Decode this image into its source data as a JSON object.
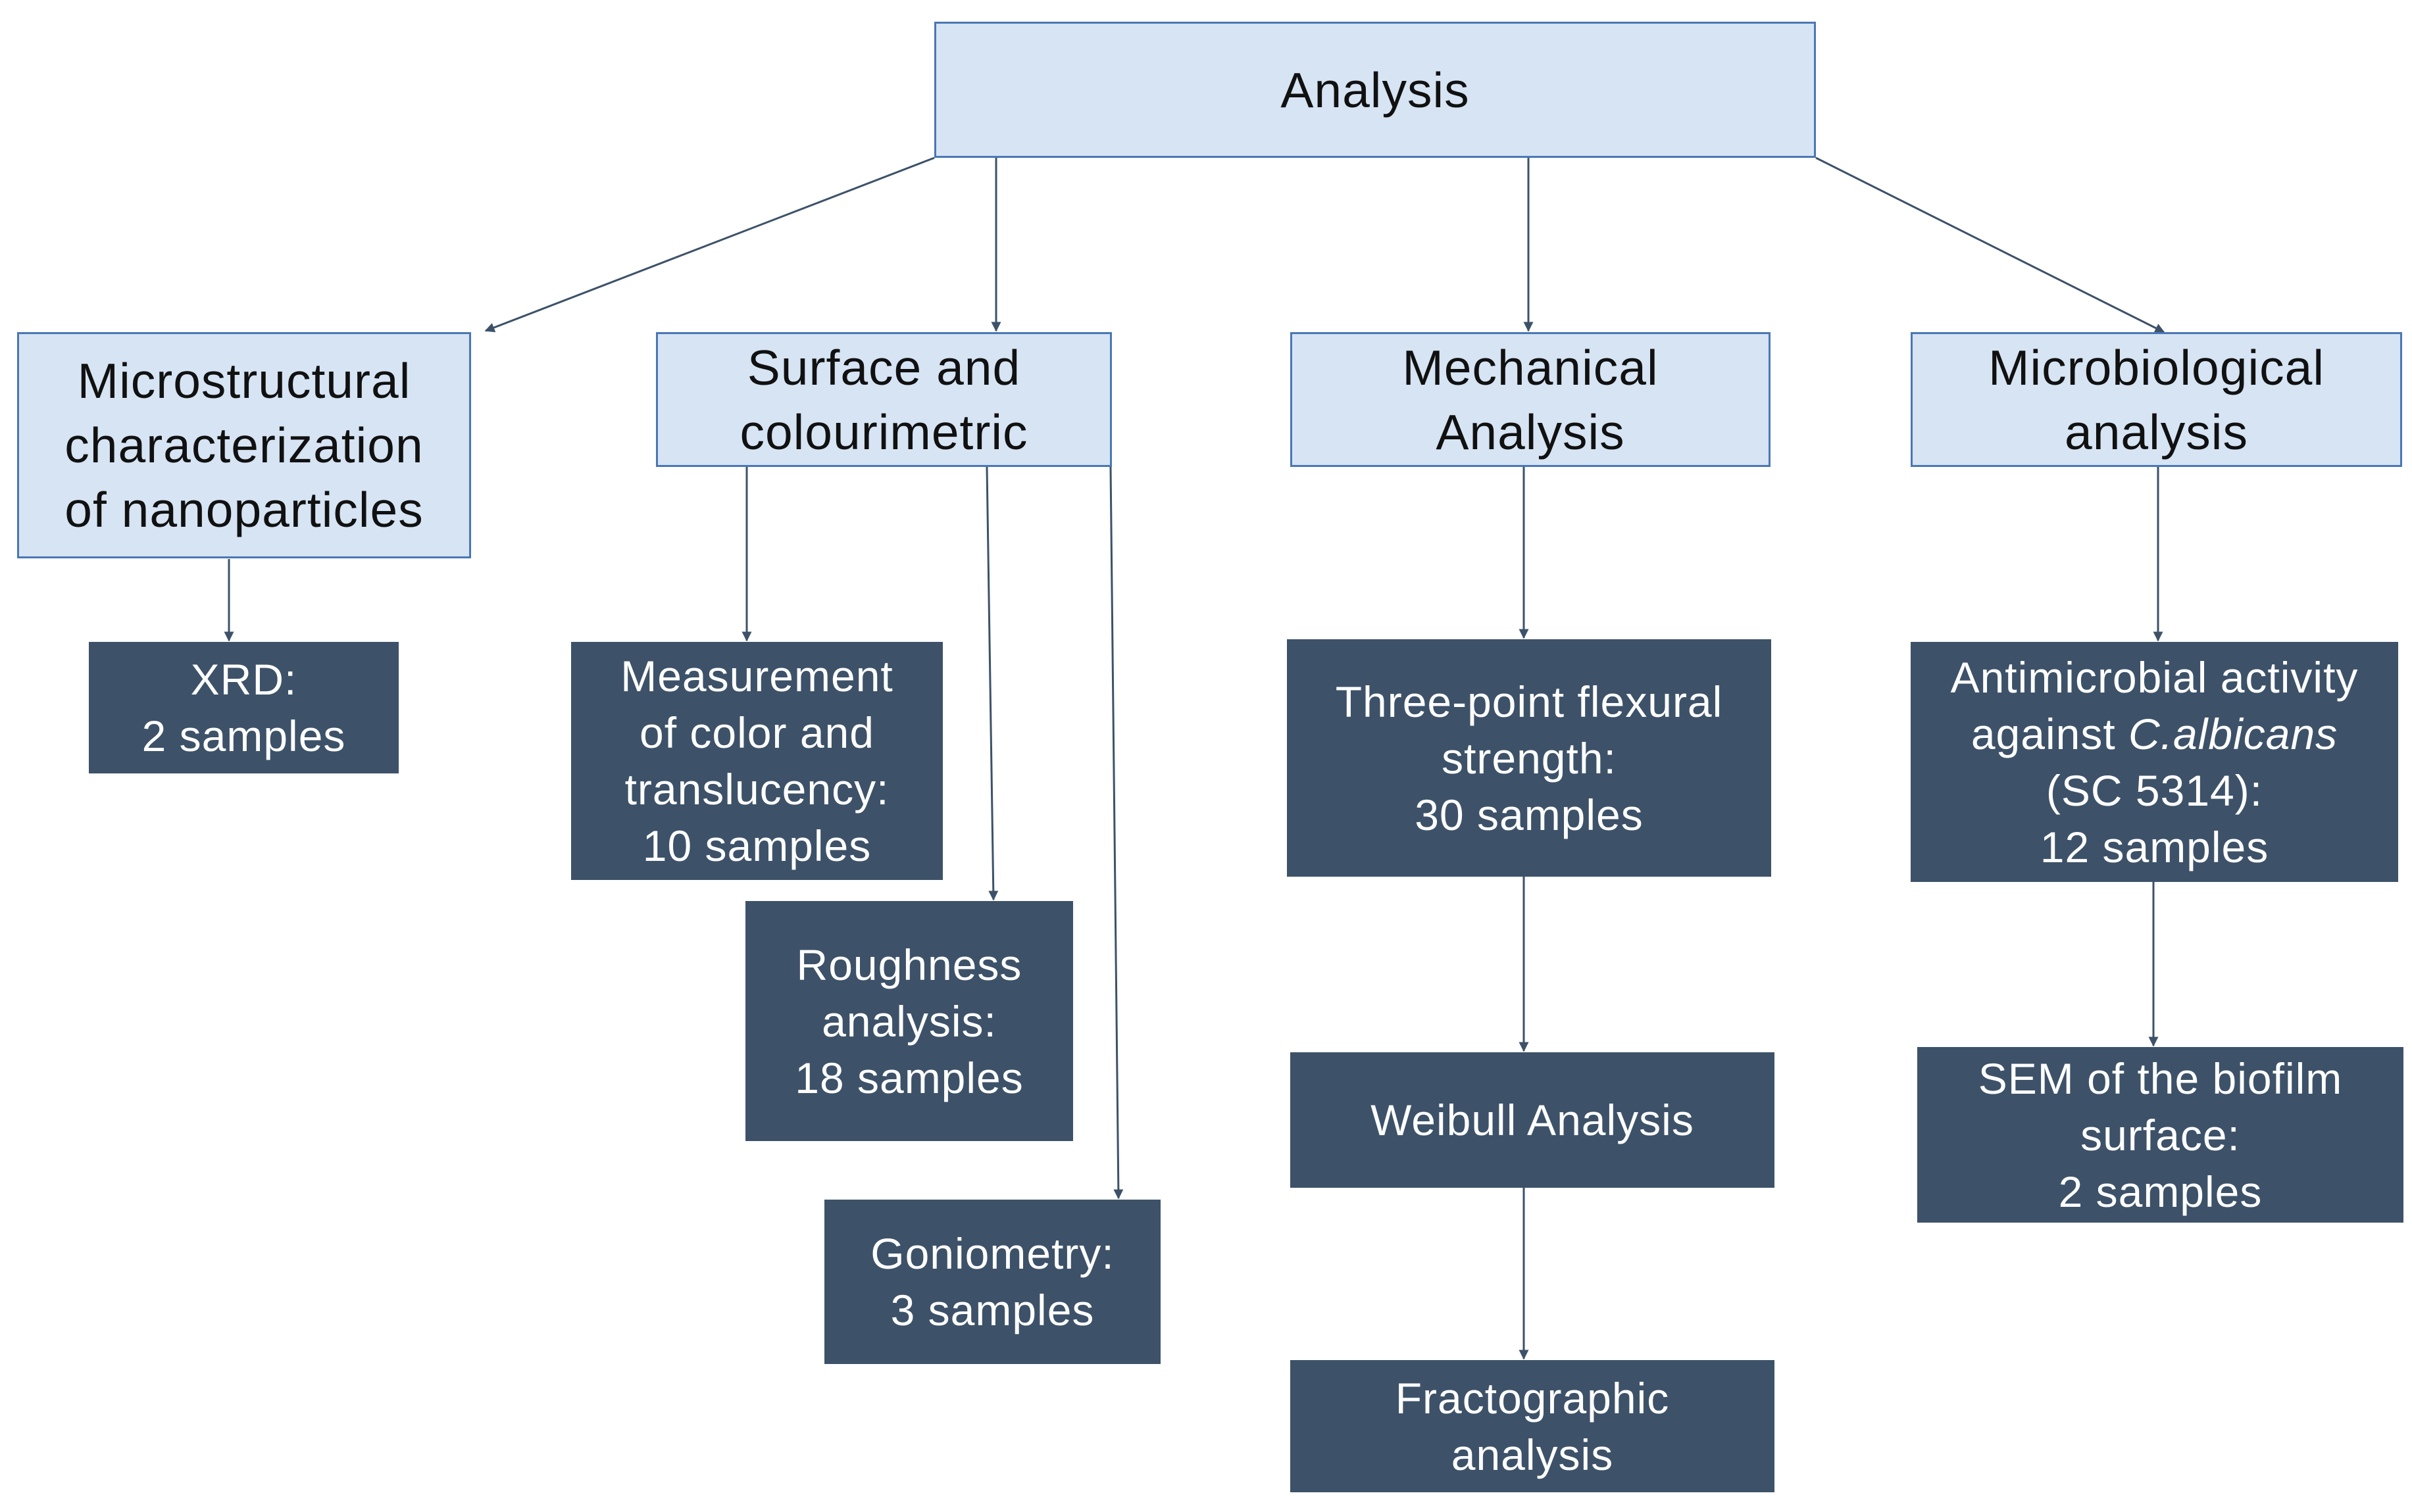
{
  "root": {
    "label": "Analysis"
  },
  "categories": {
    "micro": {
      "lines": [
        "Microstructural",
        "characterization",
        "of nanoparticles"
      ]
    },
    "surface": {
      "lines": [
        "Surface and",
        "colourimetric"
      ]
    },
    "mechanical": {
      "lines": [
        "Mechanical",
        "Analysis"
      ]
    },
    "microbio": {
      "lines": [
        "Microbiological",
        "analysis"
      ]
    }
  },
  "tests": {
    "xrd": {
      "lines": [
        "XRD:",
        "2 samples"
      ]
    },
    "color": {
      "lines": [
        "Measurement",
        "of color and",
        "translucency:",
        "10 samples"
      ]
    },
    "roughness": {
      "lines": [
        "Roughness",
        "analysis:",
        "18 samples"
      ]
    },
    "goniometry": {
      "lines": [
        "Goniometry:",
        "3 samples"
      ]
    },
    "flexural": {
      "lines": [
        "Three-point flexural",
        "strength:",
        "30 samples"
      ]
    },
    "weibull": {
      "lines": [
        "Weibull Analysis"
      ]
    },
    "fracto": {
      "lines": [
        "Fractographic",
        "analysis"
      ]
    },
    "antimicrobial": {
      "line1": "Antimicrobial activity",
      "line2_prefix": "against ",
      "line2_species": "C.albicans",
      "line3": "(SC 5314):",
      "line4": "12 samples"
    },
    "sem": {
      "lines": [
        "SEM of the biofilm",
        "surface:",
        "2 samples"
      ]
    }
  },
  "colors": {
    "category_fill": "#d6e4f4",
    "category_border": "#4a77b5",
    "test_fill": "#3d5269",
    "test_text": "#ffffff",
    "connector": "#3d5269"
  }
}
